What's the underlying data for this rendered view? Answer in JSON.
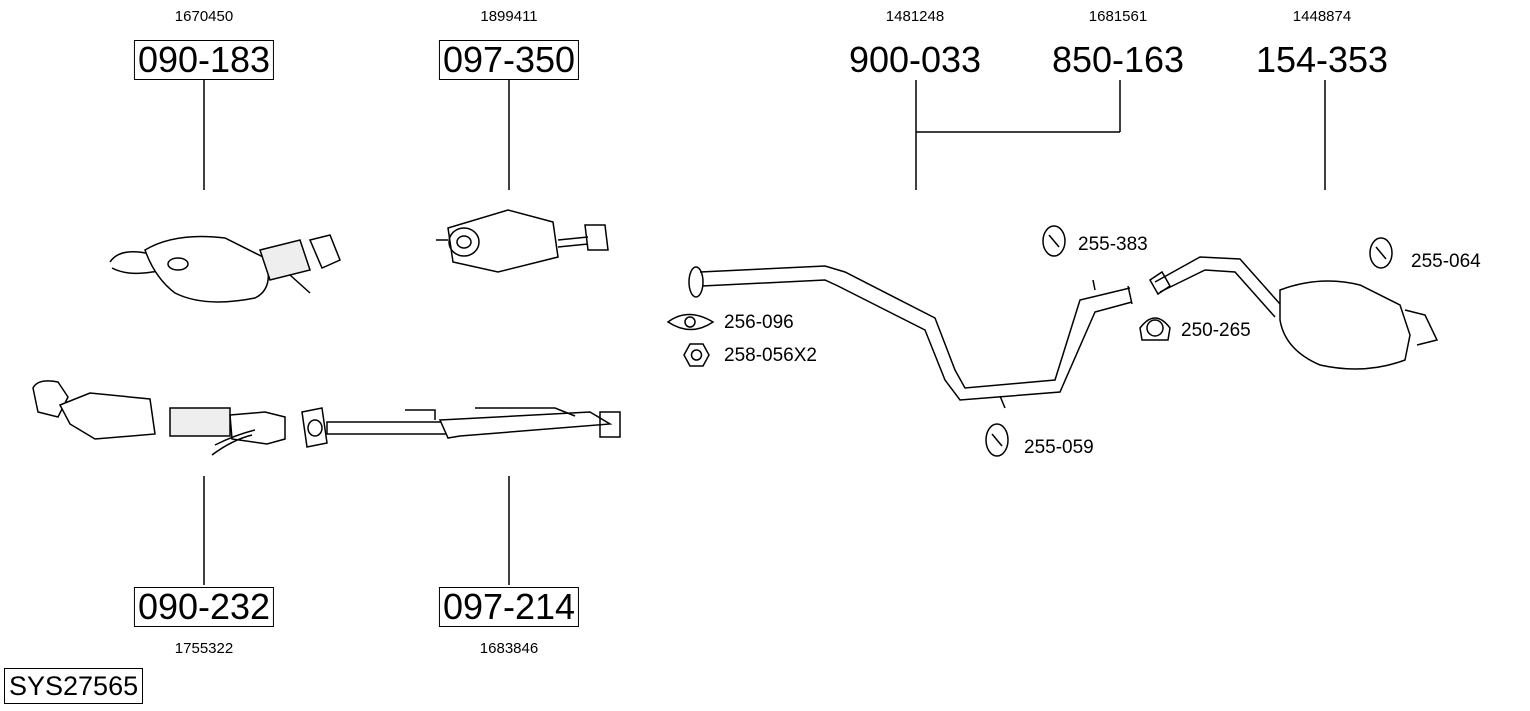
{
  "system_id": "SYS27565",
  "parts_top": [
    {
      "oem": "1670450",
      "part": "090-183",
      "boxed": true
    },
    {
      "oem": "1899411",
      "part": "097-350",
      "boxed": true
    },
    {
      "oem": "1481248",
      "part": "900-033",
      "boxed": false
    },
    {
      "oem": "1681561",
      "part": "850-163",
      "boxed": false
    },
    {
      "oem": "1448874",
      "part": "154-353",
      "boxed": false
    }
  ],
  "parts_bottom": [
    {
      "oem": "1755322",
      "part": "090-232",
      "boxed": true
    },
    {
      "oem": "1683846",
      "part": "097-214",
      "boxed": true
    }
  ],
  "accessories": {
    "gasket": "256-096",
    "nut": "258-056X2",
    "rubber_mount_1": "255-383",
    "clamp": "250-265",
    "rubber_mount_2": "255-064",
    "rubber_mount_3": "255-059"
  }
}
